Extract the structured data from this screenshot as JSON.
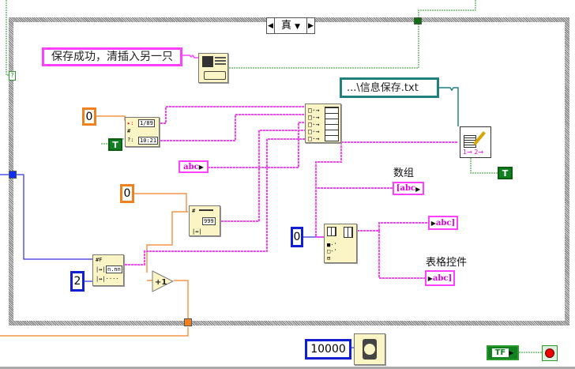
{
  "case_structure": {
    "selector_label": "真",
    "prev_icon": "left-triangle-icon",
    "next_icon": "right-triangle-icon",
    "dropdown_icon": "down-triangle-icon"
  },
  "constants": {
    "message_string": "保存成功，清插入另一只",
    "file_path": "...\\信息保存.txt",
    "zero_top": "0",
    "zero_mid": "0",
    "zero_index": "0",
    "two": "2",
    "wait_ms": "10000",
    "bool_true_1": "T",
    "bool_true_2": "T"
  },
  "nodes": {
    "date_time_format": {
      "icon": "date-time-string-icon",
      "date_text": "1/89",
      "time_text": "10:21"
    },
    "number_to_decimal": {
      "icon": "number-to-decimal-string-icon",
      "text": "999"
    },
    "number_to_fractional": {
      "icon": "number-to-fractional-string-icon",
      "text": "n.nn"
    },
    "increment": {
      "icon": "increment-icon",
      "text": "+1"
    },
    "build_array": {
      "icon": "build-array-icon"
    },
    "insert_into_array": {
      "icon": "insert-into-array-icon"
    },
    "write_spreadsheet": {
      "icon": "write-spreadsheet-file-icon",
      "text": "1→ 2→"
    },
    "one_button_dialog": {
      "icon": "one-button-dialog-icon"
    },
    "wait": {
      "icon": "wait-ms-icon"
    },
    "stop": {
      "icon": "stop-button-icon"
    }
  },
  "indicators": {
    "string_control": "abc",
    "array_label": "数组",
    "array_indicator": "[abc",
    "array_out_1": "abc]",
    "table_label": "表格控件",
    "table_indicator": "abc]",
    "stop_control": "TF"
  }
}
